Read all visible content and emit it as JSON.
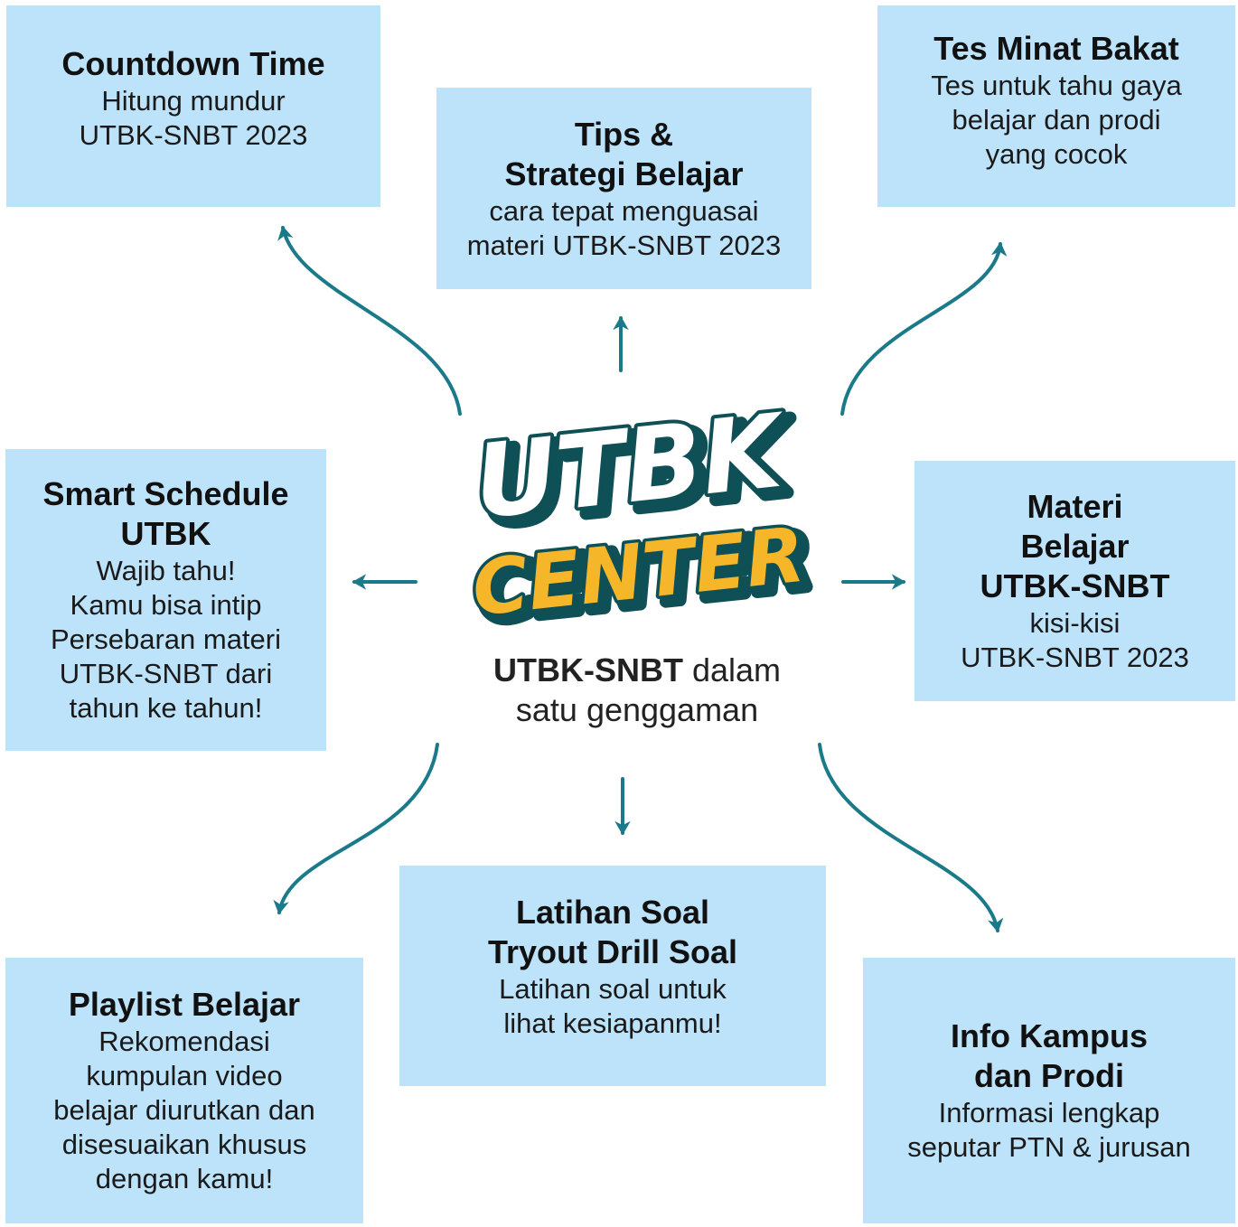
{
  "colors": {
    "box_bg": "#bde3fb",
    "arrow": "#1b7a89",
    "logo_utbk_fill": "#ffffff",
    "logo_center_fill": "#f6b62a",
    "logo_outline": "#0f4f56"
  },
  "logo": {
    "line1": "UTBK",
    "line2": "CENTER"
  },
  "tagline": {
    "bold": "UTBK-SNBT",
    "rest": " dalam",
    "line2": "satu genggaman"
  },
  "boxes": {
    "countdown": {
      "title": "Countdown Time",
      "desc": "Hitung mundur\nUTBK-SNBT 2023"
    },
    "tips": {
      "title": "Tips &\nStrategi Belajar",
      "desc": "cara tepat menguasai\nmateri UTBK-SNBT 2023"
    },
    "tes_minat": {
      "title": "Tes Minat Bakat",
      "desc": "Tes untuk tahu gaya\nbelajar dan prodi\nyang cocok"
    },
    "smart_schedule": {
      "title": "Smart Schedule\nUTBK",
      "desc": "Wajib tahu!\nKamu bisa intip\nPersebaran materi\nUTBK-SNBT dari\ntahun ke tahun!"
    },
    "materi": {
      "title": "Materi\nBelajar\nUTBK-SNBT",
      "desc": "kisi-kisi\nUTBK-SNBT 2023"
    },
    "latihan": {
      "title": "Latihan Soal\nTryout Drill Soal",
      "desc": "Latihan soal untuk\nlihat kesiapanmu!"
    },
    "playlist": {
      "title": "Playlist Belajar",
      "desc": "Rekomendasi\nkumpulan video\nbelajar diurutkan dan\ndisesuaikan khusus\ndengan kamu!"
    },
    "info_kampus": {
      "title": "Info Kampus\ndan Prodi",
      "desc": "Informasi lengkap\nseputar PTN & jurusan"
    }
  }
}
